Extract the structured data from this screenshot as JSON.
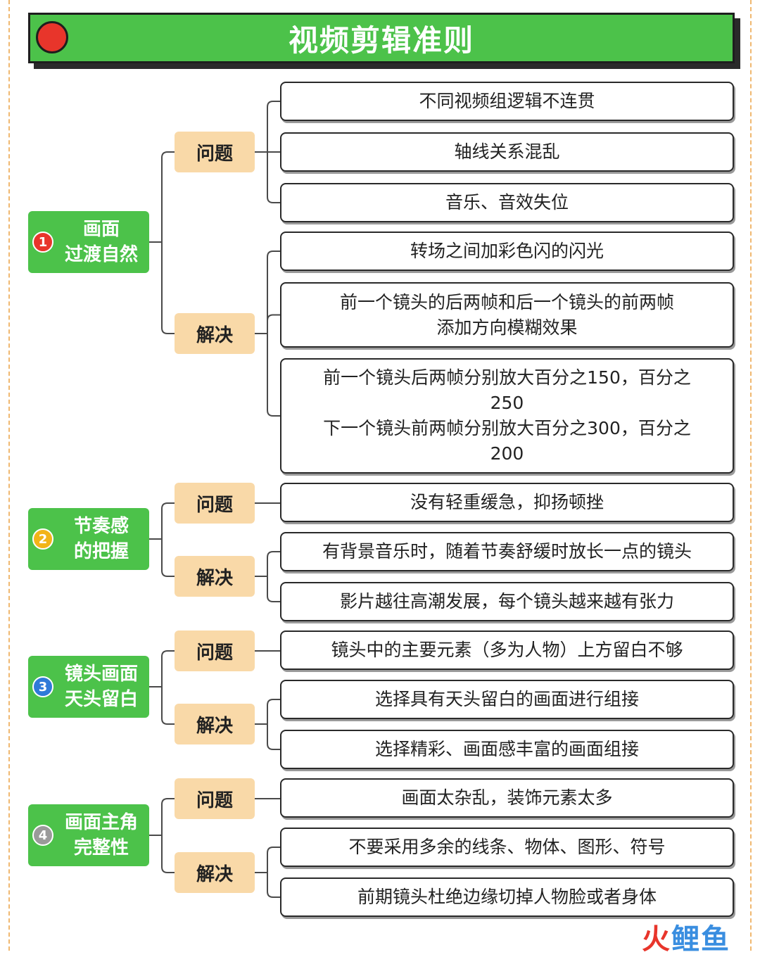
{
  "title": "视频剪辑准则",
  "sections": [
    {
      "number": "1",
      "number_color": "#e8352b",
      "topic": "画面\n过渡自然",
      "problem_label": "问题",
      "problems": [
        "不同视频组逻辑不连贯",
        "轴线关系混乱",
        "音乐、音效失位"
      ],
      "solution_label": "解决",
      "solutions": [
        "转场之间加彩色闪的闪光",
        "前一个镜头的后两帧和后一个镜头的前两帧\n添加方向模糊效果",
        "前一个镜头后两帧分别放大百分之150，百分之\n250\n下一个镜头前两帧分别放大百分之300，百分之\n200"
      ]
    },
    {
      "number": "2",
      "number_color": "#f2b418",
      "topic": "节奏感\n的把握",
      "problem_label": "问题",
      "problems": [
        "没有轻重缓急，抑扬顿挫"
      ],
      "solution_label": "解决",
      "solutions": [
        "有背景音乐时，随着节奏舒缓时放长一点的镜头",
        "影片越往高潮发展，每个镜头越来越有张力"
      ]
    },
    {
      "number": "3",
      "number_color": "#2f7ad8",
      "topic": "镜头画面\n天头留白",
      "problem_label": "问题",
      "problems": [
        "镜头中的主要元素（多为人物）上方留白不够"
      ],
      "solution_label": "解决",
      "solutions": [
        "选择具有天头留白的画面进行组接",
        "选择精彩、画面感丰富的画面组接"
      ]
    },
    {
      "number": "4",
      "number_color": "#9a9a9a",
      "topic": "画面主角\n完整性",
      "problem_label": "问题",
      "problems": [
        "画面太杂乱，装饰元素太多"
      ],
      "solution_label": "解决",
      "solutions": [
        "不要采用多余的线条、物体、图形、符号",
        "前期镜头杜绝边缘切掉人物脸或者身体"
      ]
    }
  ],
  "watermark": {
    "part1": "火",
    "part2": "鲤鱼"
  }
}
